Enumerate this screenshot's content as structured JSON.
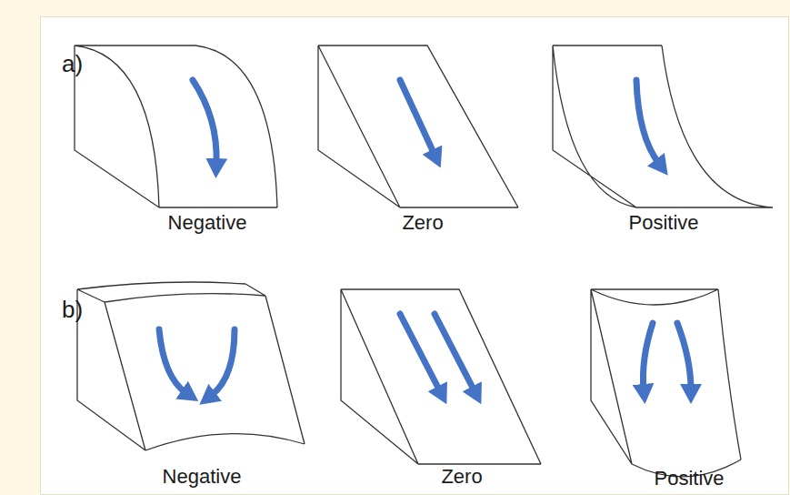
{
  "diagram": {
    "labels": [
      "a)",
      "Negative",
      "Zero",
      "Positive",
      "b)",
      "Negative",
      "Zero",
      "Positive"
    ]
  }
}
